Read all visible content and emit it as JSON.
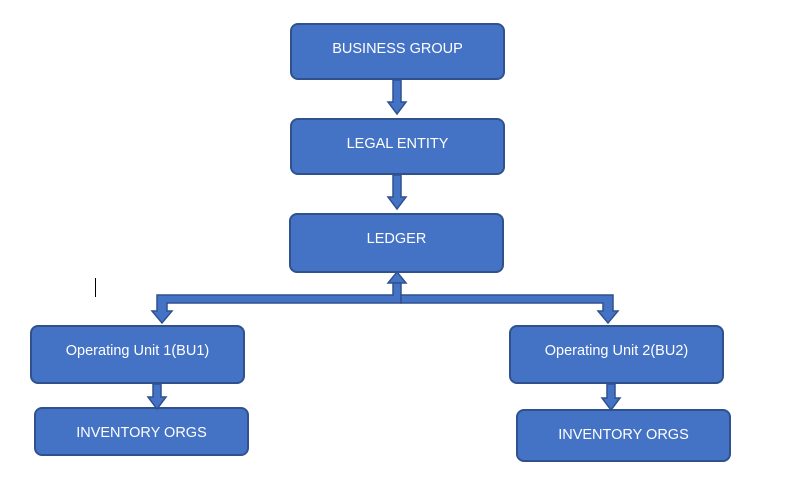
{
  "nodes": {
    "business_group": "BUSINESS GROUP",
    "legal_entity": "LEGAL ENTITY",
    "ledger": "LEDGER",
    "operating_unit_1": "Operating Unit 1(BU1)",
    "operating_unit_2": "Operating Unit 2(BU2)",
    "inventory_orgs_1": "INVENTORY ORGS",
    "inventory_orgs_2": "INVENTORY ORGS"
  },
  "colors": {
    "node_fill": "#4472c4",
    "node_border": "#2f528f",
    "text": "#ffffff"
  }
}
